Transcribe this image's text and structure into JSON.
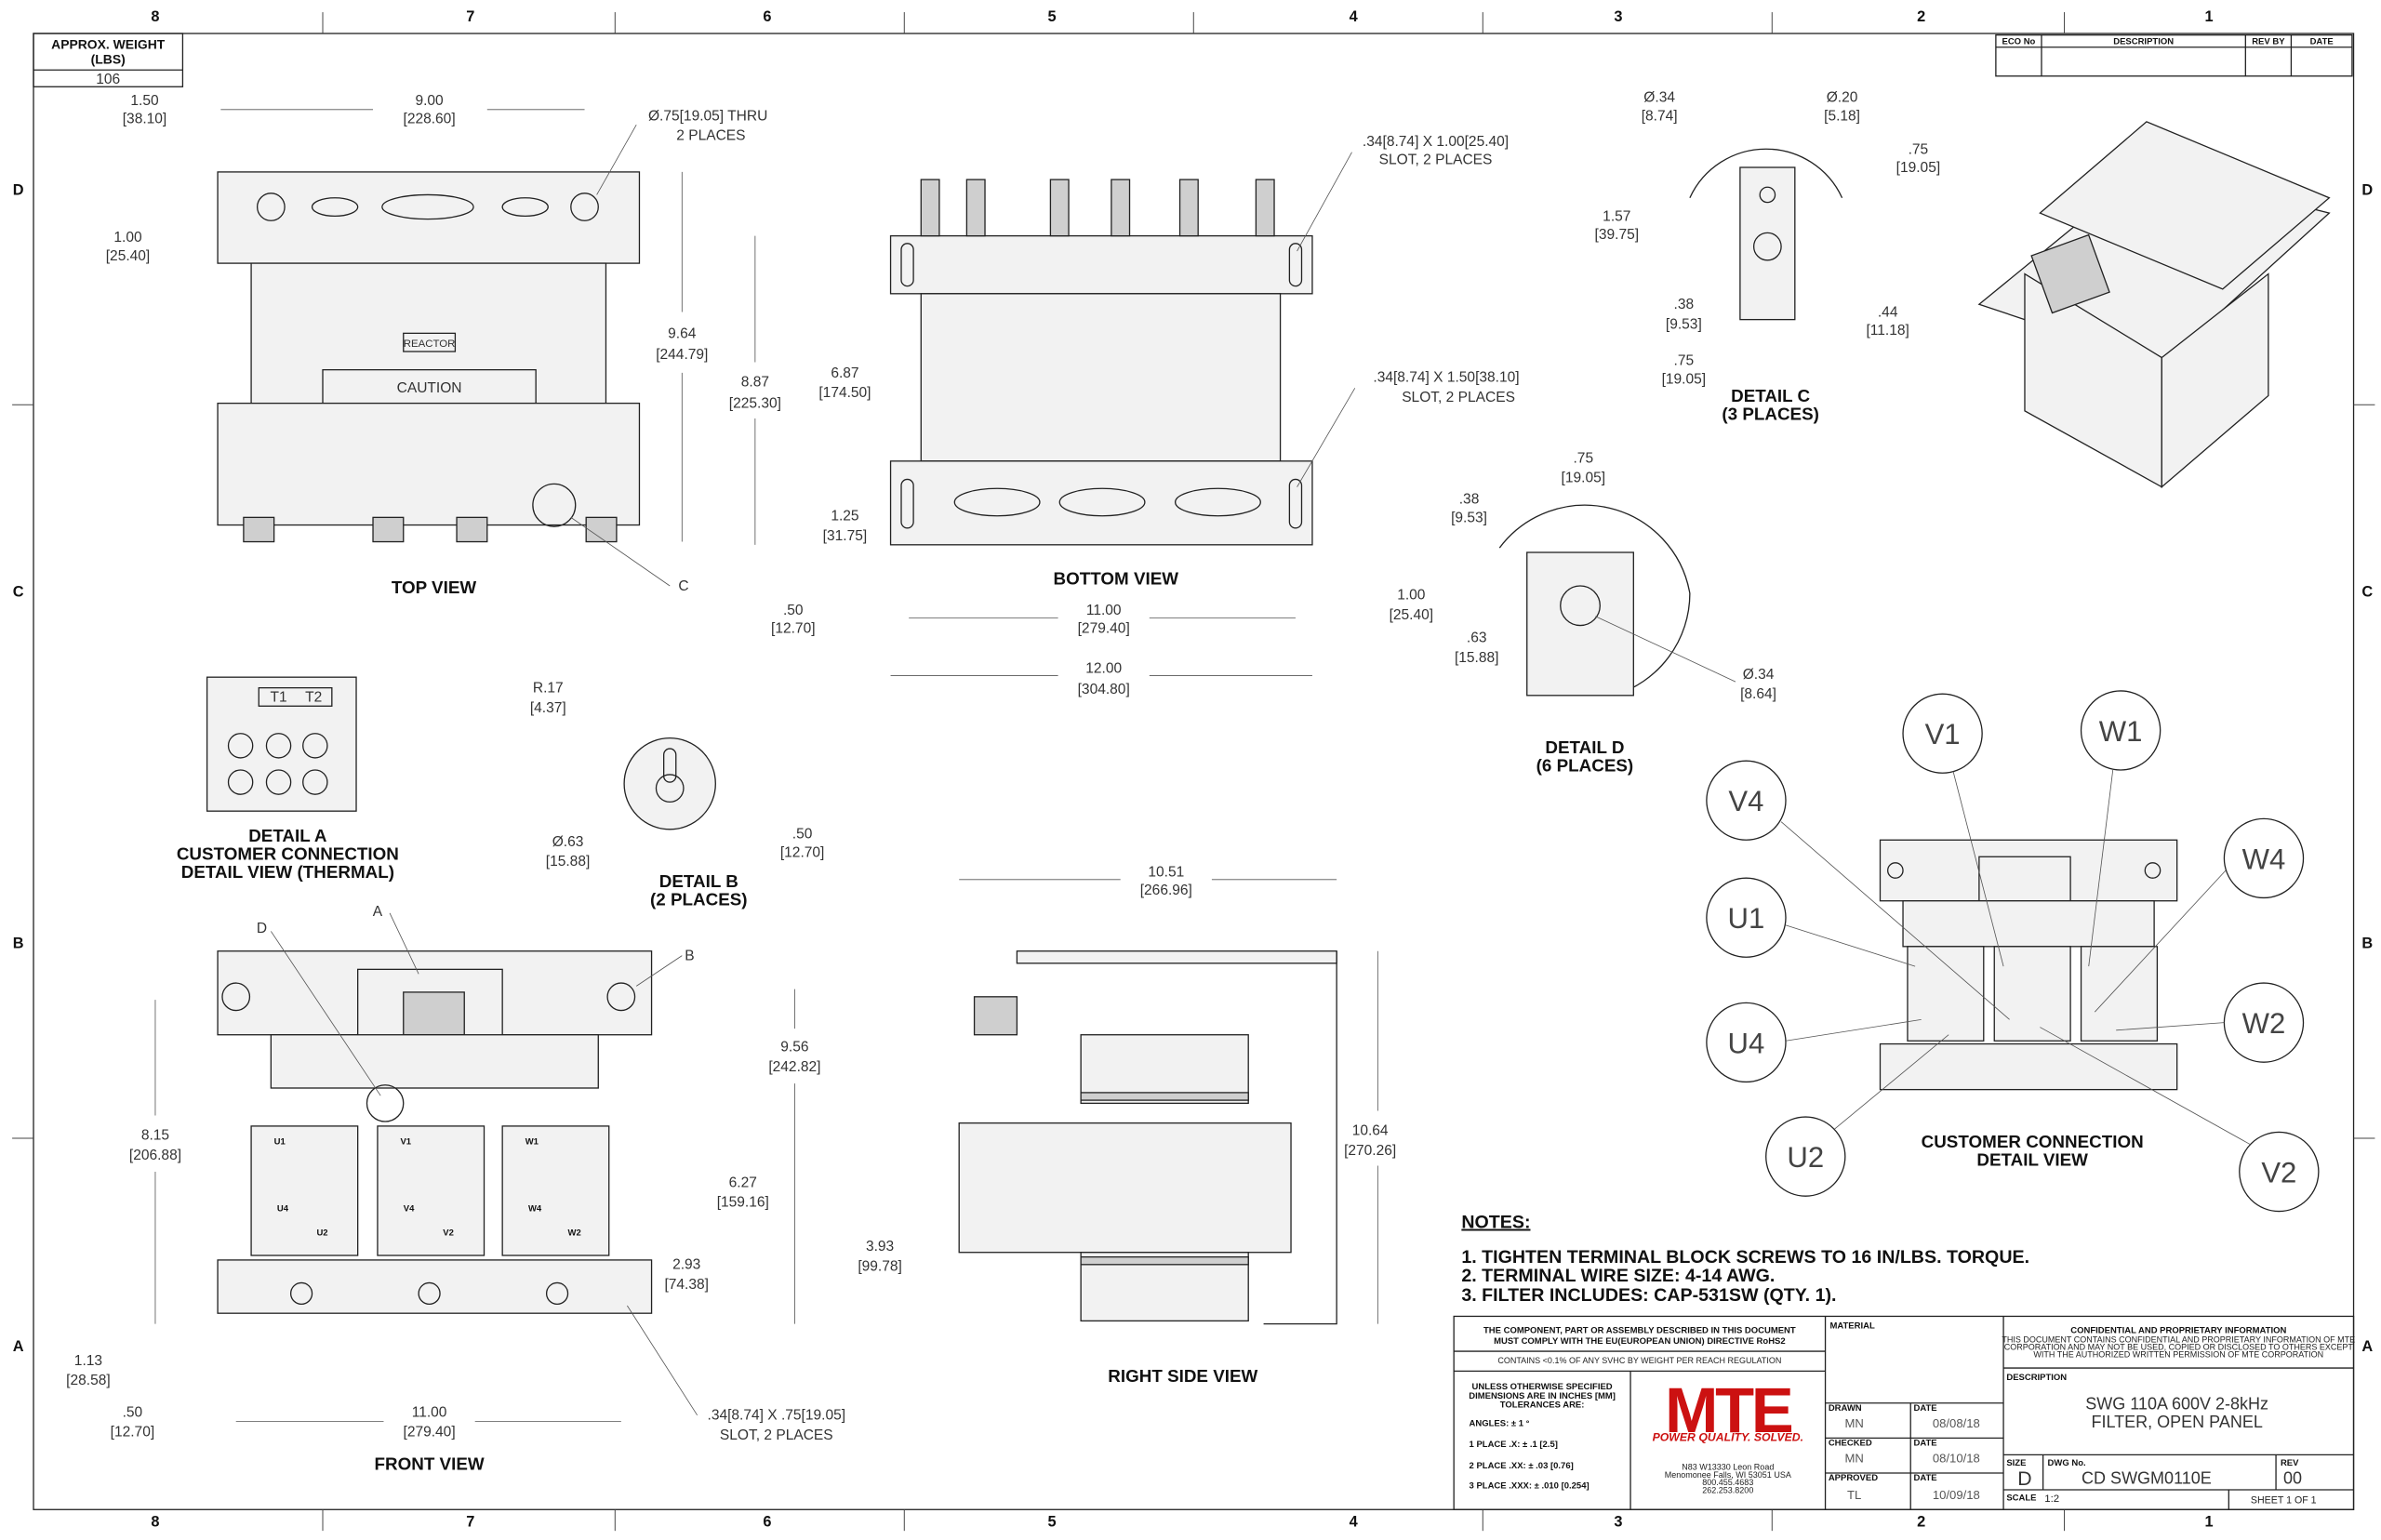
{
  "zones": {
    "cols": [
      "8",
      "7",
      "6",
      "5",
      "4",
      "3",
      "2",
      "1"
    ],
    "rows": [
      "D",
      "C",
      "B",
      "A"
    ]
  },
  "weight": {
    "label1": "APPROX. WEIGHT",
    "label2": "(LBS)",
    "value": "106"
  },
  "revision_table": {
    "headers": [
      "ECO No",
      "DESCRIPTION",
      "REV BY",
      "DATE"
    ]
  },
  "views": {
    "top": {
      "title": "TOP VIEW",
      "reactor": "REACTOR",
      "caution": "CAUTION",
      "callout_c": "C"
    },
    "bottom": {
      "title": "BOTTOM VIEW",
      "slot1a": ".34[8.74] X 1.00[25.40]",
      "slot1b": "SLOT, 2 PLACES",
      "slot2a": ".34[8.74] X 1.50[38.10]",
      "slot2b": "SLOT, 2 PLACES"
    },
    "detail_c": {
      "title": "DETAIL C",
      "sub": "(3 PLACES)"
    },
    "detail_d": {
      "title": "DETAIL D",
      "sub": "(6 PLACES)"
    },
    "detail_a": {
      "t1": "T1",
      "t2": "T2",
      "title": "DETAIL A",
      "sub1": "CUSTOMER CONNECTION",
      "sub2": "DETAIL VIEW (THERMAL)"
    },
    "detail_b": {
      "title": "DETAIL B",
      "sub": "(2 PLACES)"
    },
    "front": {
      "title": "FRONT VIEW",
      "callout_a": "A",
      "callout_b": "B",
      "callout_d": "D",
      "slota": ".34[8.74] X .75[19.05]",
      "slotb": "SLOT, 2 PLACES",
      "terminals": [
        "U1",
        "V1",
        "W1",
        "U4",
        "V4",
        "W4",
        "U2",
        "V2",
        "W2"
      ]
    },
    "side": {
      "title": "RIGHT SIDE VIEW"
    },
    "customer": {
      "title1": "CUSTOMER CONNECTION",
      "title2": "DETAIL VIEW",
      "bubbles": [
        "V1",
        "W1",
        "V4",
        "W4",
        "U1",
        "W2",
        "U4",
        "U2",
        "V2"
      ]
    }
  },
  "holes": {
    "top_thru1": "Ø.75[19.05] THRU",
    "top_thru2": "2 PLACES"
  },
  "dims": {
    "d1": [
      "1.50",
      "[38.10]"
    ],
    "d2": [
      "9.00",
      "[228.60]"
    ],
    "d3": [
      "1.00",
      "[25.40]"
    ],
    "d4": [
      "9.64",
      "[244.79]"
    ],
    "d5": [
      "8.87",
      "[225.30]"
    ],
    "d6": [
      "6.87",
      "[174.50]"
    ],
    "d7": [
      "1.25",
      "[31.75]"
    ],
    "d8": [
      ".50",
      "[12.70]"
    ],
    "d9": [
      "11.00",
      "[279.40]"
    ],
    "d10": [
      "12.00",
      "[304.80]"
    ],
    "c1": [
      "Ø.34",
      "[8.74]"
    ],
    "c2": [
      "Ø.20",
      "[5.18]"
    ],
    "c3": [
      ".75",
      "[19.05]"
    ],
    "c4": [
      "1.57",
      "[39.75]"
    ],
    "c5": [
      ".38",
      "[9.53]"
    ],
    "c6": [
      ".44",
      "[11.18]"
    ],
    "c7": [
      ".75",
      "[19.05]"
    ],
    "e1": [
      ".75",
      "[19.05]"
    ],
    "e2": [
      ".38",
      "[9.53]"
    ],
    "e3": [
      "1.00",
      "[25.40]"
    ],
    "e4": [
      ".63",
      "[15.88]"
    ],
    "e5": [
      "Ø.34",
      "[8.64]"
    ],
    "b1": [
      "R.17",
      "[4.37]"
    ],
    "b2": [
      "Ø.63",
      "[15.88]"
    ],
    "b3": [
      ".50",
      "[12.70]"
    ],
    "f1": [
      "9.56",
      "[242.82]"
    ],
    "f2": [
      "8.15",
      "[206.88]"
    ],
    "f3": [
      "6.27",
      "[159.16]"
    ],
    "f4": [
      "2.93",
      "[74.38]"
    ],
    "f5": [
      "1.13",
      "[28.58]"
    ],
    "f6": [
      ".50",
      "[12.70]"
    ],
    "f7": [
      "11.00",
      "[279.40]"
    ],
    "s1": [
      "10.51",
      "[266.96]"
    ],
    "s2": [
      "10.64",
      "[270.26]"
    ],
    "s3": [
      "3.93",
      "[99.78]"
    ]
  },
  "notes": {
    "title": "NOTES:",
    "items": [
      "1.  TIGHTEN TERMINAL BLOCK SCREWS TO 16 IN/LBS. TORQUE.",
      "2.  TERMINAL WIRE SIZE: 4-14 AWG.",
      "3.  FILTER INCLUDES: CAP-531SW (QTY. 1)."
    ]
  },
  "title_block": {
    "rohs1": "THE COMPONENT, PART OR ASSEMBLY DESCRIBED IN THIS DOCUMENT",
    "rohs2": "MUST COMPLY WITH THE EU(EUROPEAN UNION) DIRECTIVE RoHS2",
    "reach": "CONTAINS <0.1% OF ANY SVHC BY WEIGHT PER REACH REGULATION",
    "tol1": "UNLESS OTHERWISE SPECIFIED",
    "tol2": "DIMENSIONS ARE IN INCHES [MM]",
    "tol3": "TOLERANCES ARE:",
    "angles": "ANGLES: ± 1 °",
    "place1": "1 PLACE .X: ± .1 [2.5]",
    "place2": "2 PLACE .XX: ± .03 [0.76]",
    "place3": "3 PLACE .XXX: ± .010 [0.254]",
    "logo": "MTE",
    "tagline": "POWER QUALITY. SOLVED.",
    "address": [
      "N83 W13330 Leon Road",
      "Menomonee Falls, WI 53051 USA",
      "800.455.4683",
      "262.253.8200"
    ],
    "material_label": "MATERIAL",
    "drawn_label": "DRAWN",
    "drawn": "MN",
    "drawn_date": "08/08/18",
    "checked_label": "CHECKED",
    "checked": "MN",
    "checked_date": "08/10/18",
    "approved_label": "APPROVED",
    "approved": "TL",
    "approved_date": "10/09/18",
    "date_label": "DATE",
    "conf_title": "CONFIDENTIAL AND PROPRIETARY INFORMATION",
    "conf": [
      "THIS DOCUMENT CONTAINS CONFIDENTIAL AND PROPRIETARY INFORMATION OF MTE",
      "CORPORATION AND MAY NOT BE USED, COPIED OR DISCLOSED TO OTHERS EXCEPT",
      "WITH THE AUTHORIZED WRITTEN PERMISSION OF MTE CORPORATION"
    ],
    "description_label": "DESCRIPTION",
    "description1": "SWG 110A 600V 2-8kHz",
    "description2": "FILTER, OPEN PANEL",
    "size_label": "SIZE",
    "size": "D",
    "dwg_label": "DWG No.",
    "dwg": "CD SWGM0110E",
    "rev_label": "REV",
    "rev": "00",
    "scale_label": "SCALE",
    "scale": "1:2",
    "sheet": "SHEET 1  OF 1"
  },
  "colors": {
    "brand": "#cc1111"
  }
}
